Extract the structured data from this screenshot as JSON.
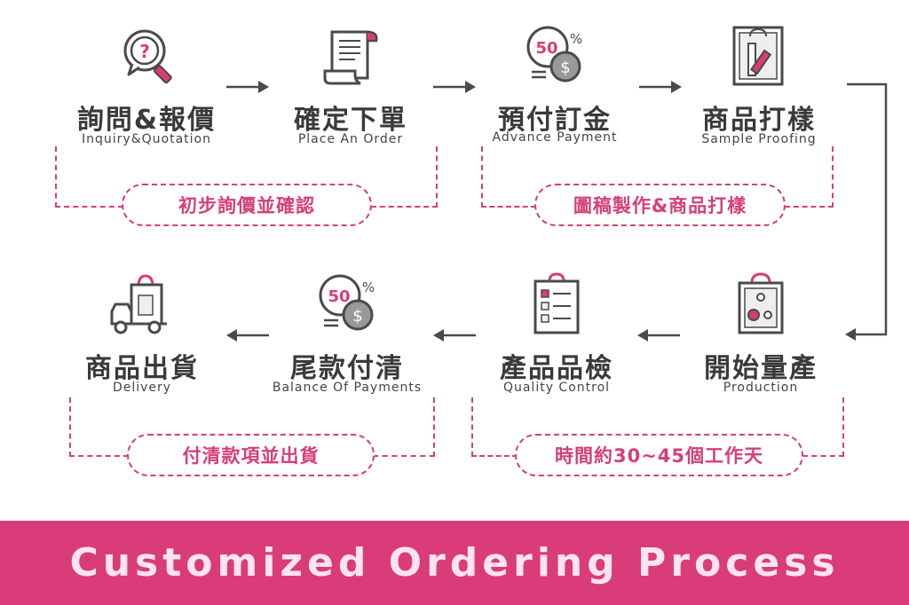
{
  "steps": [
    {
      "zh": "詢問&報價",
      "en": "Inquiry&Quotation",
      "icon": "magnifier-question-icon"
    },
    {
      "zh": "確定下單",
      "en": "Place An Order",
      "icon": "contract-scroll-icon"
    },
    {
      "zh": "預付訂金",
      "en": "Advance Payment",
      "icon": "fifty-percent-coin-icon"
    },
    {
      "zh": "商品打樣",
      "en": "Sample Proofing",
      "icon": "sample-design-bag-icon"
    },
    {
      "zh": "開始量產",
      "en": "Production",
      "icon": "production-bag-icon"
    },
    {
      "zh": "產品品檢",
      "en": "Quality Control",
      "icon": "checklist-clipboard-icon"
    },
    {
      "zh": "尾款付清",
      "en": "Balance Of Payments",
      "icon": "fifty-percent-coin-icon"
    },
    {
      "zh": "商品出貨",
      "en": "Delivery",
      "icon": "delivery-truck-icon"
    }
  ],
  "pills": [
    "初步詢價並確認",
    "圖稿製作&商品打樣",
    "付清款項並出貨",
    "時間約30~45個工作天"
  ],
  "coin_percent": "50",
  "footer_title": "Customized Ordering Process",
  "colors": {
    "accent": "#d93c78",
    "text": "#3a3a3a",
    "icon_stroke": "#4a4a4a"
  }
}
